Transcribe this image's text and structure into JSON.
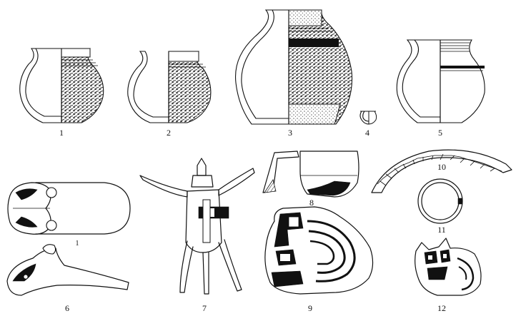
{
  "figure": {
    "labels": [
      "1",
      "2",
      "3",
      "4",
      "5",
      "6",
      "7",
      "8",
      "9",
      "10",
      "11",
      "12"
    ],
    "scale_mark": "1"
  }
}
